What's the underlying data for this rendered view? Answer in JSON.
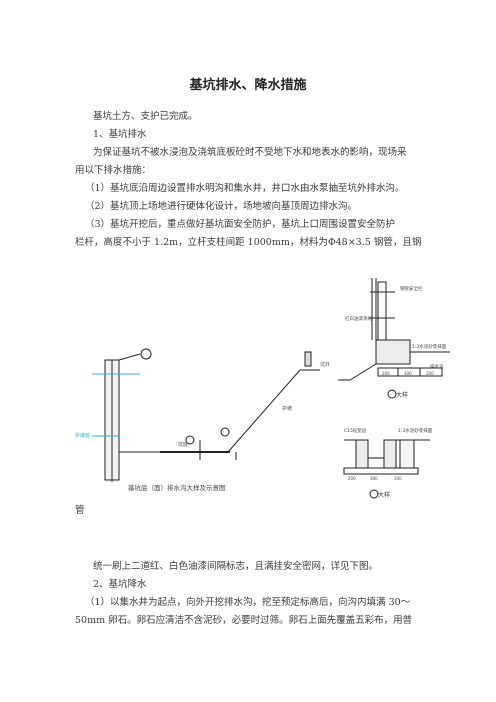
{
  "title": "基坑排水、降水措施",
  "intro": "基坑土方、支护已完成。",
  "section1_heading": "1、基坑排水",
  "section1_text_line1": "为保证基坑不被水浸泡及浇筑底板砼时不受地下水和地表水的影响，现场采",
  "section1_text_line2": "用以下排水措施：",
  "item1": "（1）基坑底沿周边设置排水明沟和集水井，井口水由水泵抽至坑外排水沟。",
  "item2": "（2）基坑顶上场地进行硬体化设计，场地坡向基顶周边排水沟。",
  "item3_line1": "（3）基坑开挖后，重点做好基坑面安全防护，基坑上口周围设置安全防护",
  "item3_line2": "栏杆，高度不小于 1.2m，立杆支柱间距 1000mm，材料为Φ48×3.5 钢管，且钢",
  "diagram_left": {
    "caption": "基坑底（面）排水沟大样及示意图",
    "label_wall": "护坡桩",
    "label_pipe": "坑底",
    "label_right_top": "坑外",
    "label_slope": "护坡"
  },
  "diagram_right_top": {
    "caption": "大样",
    "label_rail": "钢管安全栏",
    "label_paint": "红白油漆涂刷",
    "label_mortar": "1:3水泥砂浆抹面",
    "label_drain": "排水沟",
    "label_dims": [
      "200",
      "300",
      "200"
    ]
  },
  "diagram_right_bottom": {
    "caption": "大样",
    "label_left": "C15砼垫层",
    "label_right": "1:3水泥砂浆抹面",
    "label_dims": [
      "200",
      "300",
      "200"
    ]
  },
  "orphan": "管",
  "section1_tail": "统一刷上二道红、白色油漆间隔标志，且满挂安全密网，详见下图。",
  "section2_heading": "2、基坑降水",
  "section2_line1": "（1）以集水井为起点，向外开挖排水沟，挖至预定标高后，向沟内填满  30～",
  "section2_line2": "50mm 卵石。卵石应清洁不含泥砂，必要时过筛。卵石上面先覆盖五彩布，用普"
}
